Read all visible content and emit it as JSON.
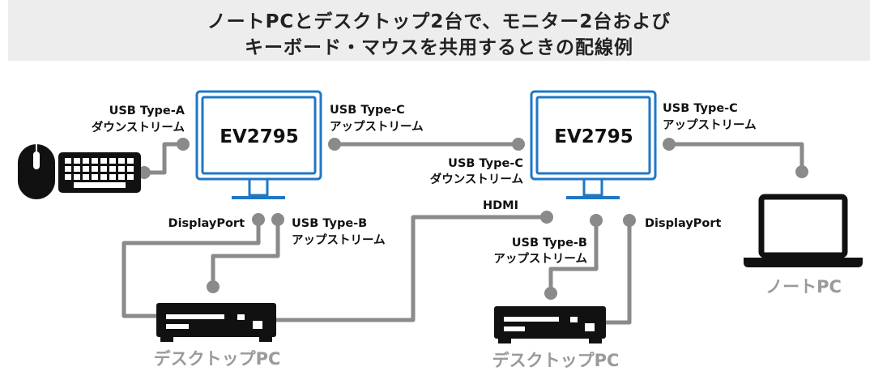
{
  "title": {
    "line1": "ノートPCとデスクトップ2台で、モニター2台および",
    "line2": "キーボード・マウスを共用するときの配線例"
  },
  "monitors": {
    "left": {
      "model": "EV2795"
    },
    "right": {
      "model": "EV2795"
    }
  },
  "labels": {
    "left_usb_a_1": "USB Type-A",
    "left_usb_a_2": "ダウンストリーム",
    "left_usbc_up_1": "USB Type-C",
    "left_usbc_up_2": "アップストリーム",
    "right_usbc_down_1": "USB Type-C",
    "right_usbc_down_2": "ダウンストリーム",
    "right_usbc_up_1": "USB Type-C",
    "right_usbc_up_2": "アップストリーム",
    "left_displayport": "DisplayPort",
    "left_usbb_1": "USB Type-B",
    "left_usbb_2": "アップストリーム",
    "hdmi": "HDMI",
    "right_usbb_1": "USB Type-B",
    "right_usbb_2": "アップストリーム",
    "right_displayport": "DisplayPort"
  },
  "devices": {
    "desktop1": "デスクトップPC",
    "desktop2": "デスクトップPC",
    "laptop": "ノートPC"
  },
  "colors": {
    "monitor_frame": "#1f77c4",
    "wire": "#8a8a8a",
    "device": "#111111",
    "device_label": "#9a9a9a"
  }
}
